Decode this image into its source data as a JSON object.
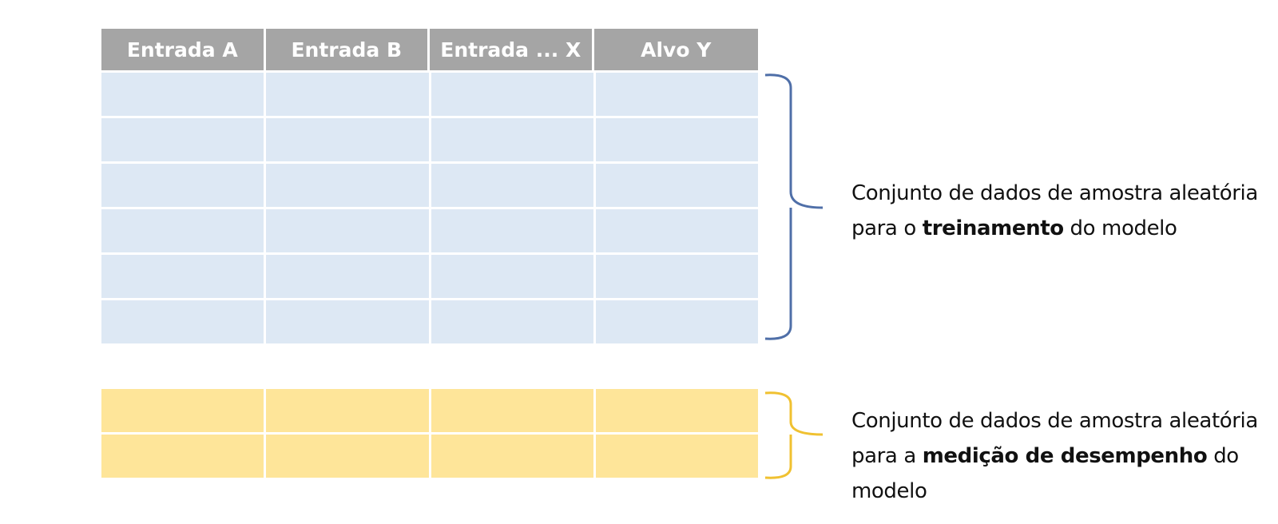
{
  "table": {
    "headers": [
      "Entrada A",
      "Entrada B",
      "Entrada ... X",
      "Alvo Y"
    ],
    "training_rows": 6,
    "test_rows": 2,
    "colors": {
      "header": "#a5a5a5",
      "training": "#dde8f4",
      "test": "#fee599"
    }
  },
  "braces": {
    "training_color": "#4f6fa8",
    "test_color": "#f0c131"
  },
  "captions": {
    "training": {
      "line1": "Conjunto de dados de amostra aleatória",
      "prefix": "para o ",
      "bold": "treinamento",
      "suffix": " do modelo"
    },
    "test": {
      "line1": "Conjunto de dados de amostra aleatória",
      "prefix": "para a ",
      "bold": "medição de desempenho",
      "suffix": " do",
      "line3": "modelo"
    }
  }
}
